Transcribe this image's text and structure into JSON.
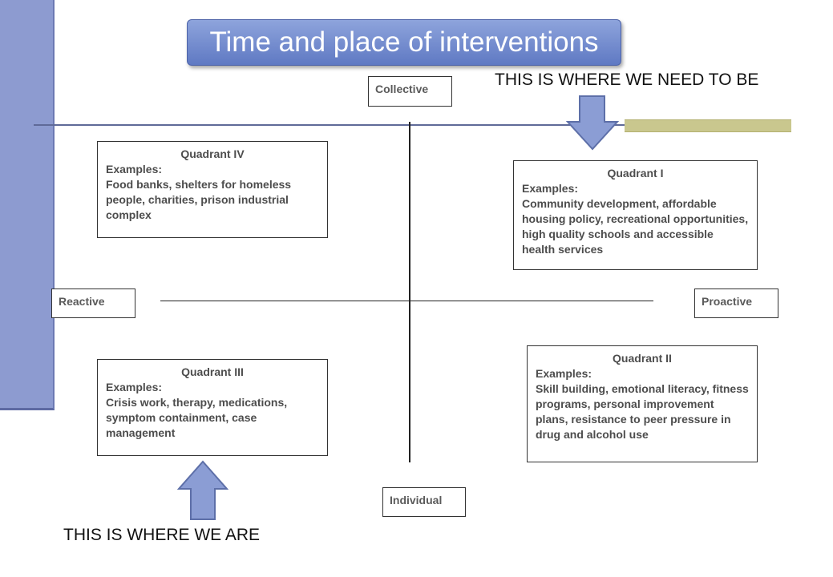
{
  "title": "Time and place of interventions",
  "callouts": {
    "need_to_be": "THIS IS WHERE WE NEED TO BE",
    "we_are": "THIS IS WHERE WE ARE"
  },
  "axis_labels": {
    "top": "Collective",
    "bottom": "Individual",
    "left": "Reactive",
    "right": "Proactive"
  },
  "quadrants": {
    "q1": {
      "title": "Quadrant I",
      "examples_label": "Examples:",
      "text": "Community development, affordable housing policy, recreational opportunities, high quality schools and accessible health services"
    },
    "q2": {
      "title": "Quadrant II",
      "examples_label": "Examples:",
      "text": "Skill building, emotional literacy, fitness programs, personal improvement plans, resistance to peer pressure in drug and alcohol use"
    },
    "q3": {
      "title": "Quadrant III",
      "examples_label": "Examples:",
      "text": "Crisis work, therapy, medications, symptom containment, case management"
    },
    "q4": {
      "title": "Quadrant IV",
      "examples_label": "Examples:",
      "text": "Food banks, shelters for homeless people, charities, prison industrial complex"
    }
  },
  "colors": {
    "accent": "#6f86cc",
    "arrow_fill": "#8b9dd4",
    "sidebar": "#8d9bd0",
    "gold_bar": "#c9c78e"
  }
}
